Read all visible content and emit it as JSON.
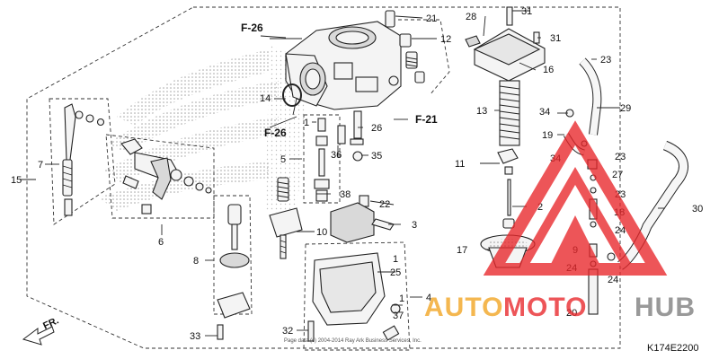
{
  "diagram": {
    "code": "K174E2200",
    "front_label": "FR.",
    "copyright": "Page data (c) 2004-2014 Ray Ark Business Services, Inc.",
    "references": [
      "F-26",
      "F-26",
      "F-21"
    ],
    "callouts": {
      "c1a": "1",
      "c1b": "1",
      "c1c": "1",
      "c2": "2",
      "c3": "3",
      "c4": "4",
      "c5": "5",
      "c6": "6",
      "c7": "7",
      "c8": "8",
      "c9": "9",
      "c10": "10",
      "c11": "11",
      "c12": "12",
      "c13": "13",
      "c14": "14",
      "c15": "15",
      "c16": "16",
      "c17": "17",
      "c18": "18",
      "c19": "19",
      "c20": "20",
      "c21": "21",
      "c22": "22",
      "c23a": "23",
      "c23b": "23",
      "c23c": "23",
      "c24a": "24",
      "c24b": "24",
      "c24c": "24",
      "c25": "25",
      "c26": "26",
      "c27": "27",
      "c28": "28",
      "c29": "29",
      "c30": "30",
      "c31a": "31",
      "c31b": "31",
      "c32": "32",
      "c33": "33",
      "c34a": "34",
      "c34b": "34",
      "c35": "35",
      "c36": "36",
      "c37": "37",
      "c38": "38"
    }
  },
  "watermark": {
    "auto": "AUTO",
    "moto": "MOTO",
    "hub": "HUB",
    "colors": {
      "red": "#e8262a",
      "orange": "#f2a41f",
      "gray": "#7d7d7d"
    }
  }
}
